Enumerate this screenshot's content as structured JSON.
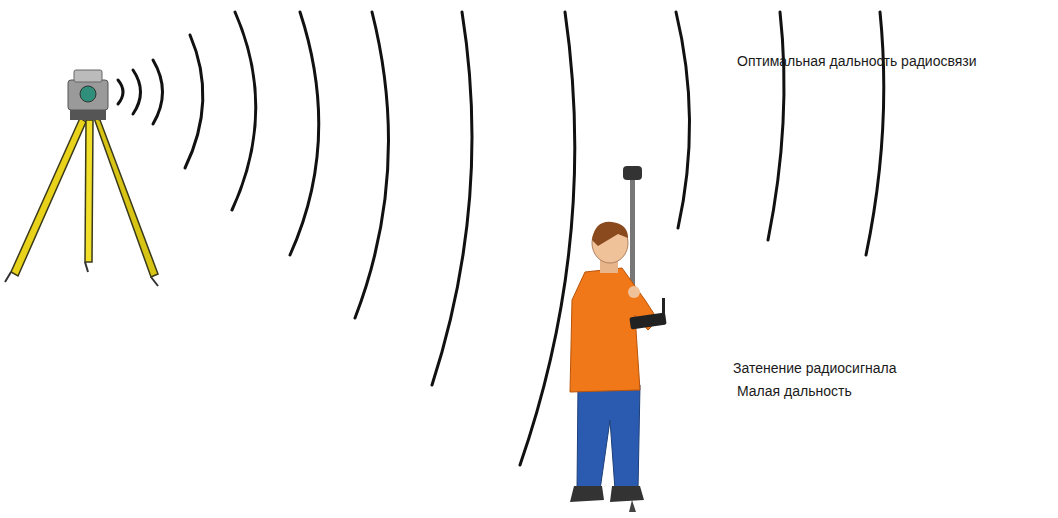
{
  "diagram": {
    "labels": [
      "Оптимальная дальность радиосвязи",
      "Затенение радиосигнала",
      "Малая дальность"
    ]
  }
}
